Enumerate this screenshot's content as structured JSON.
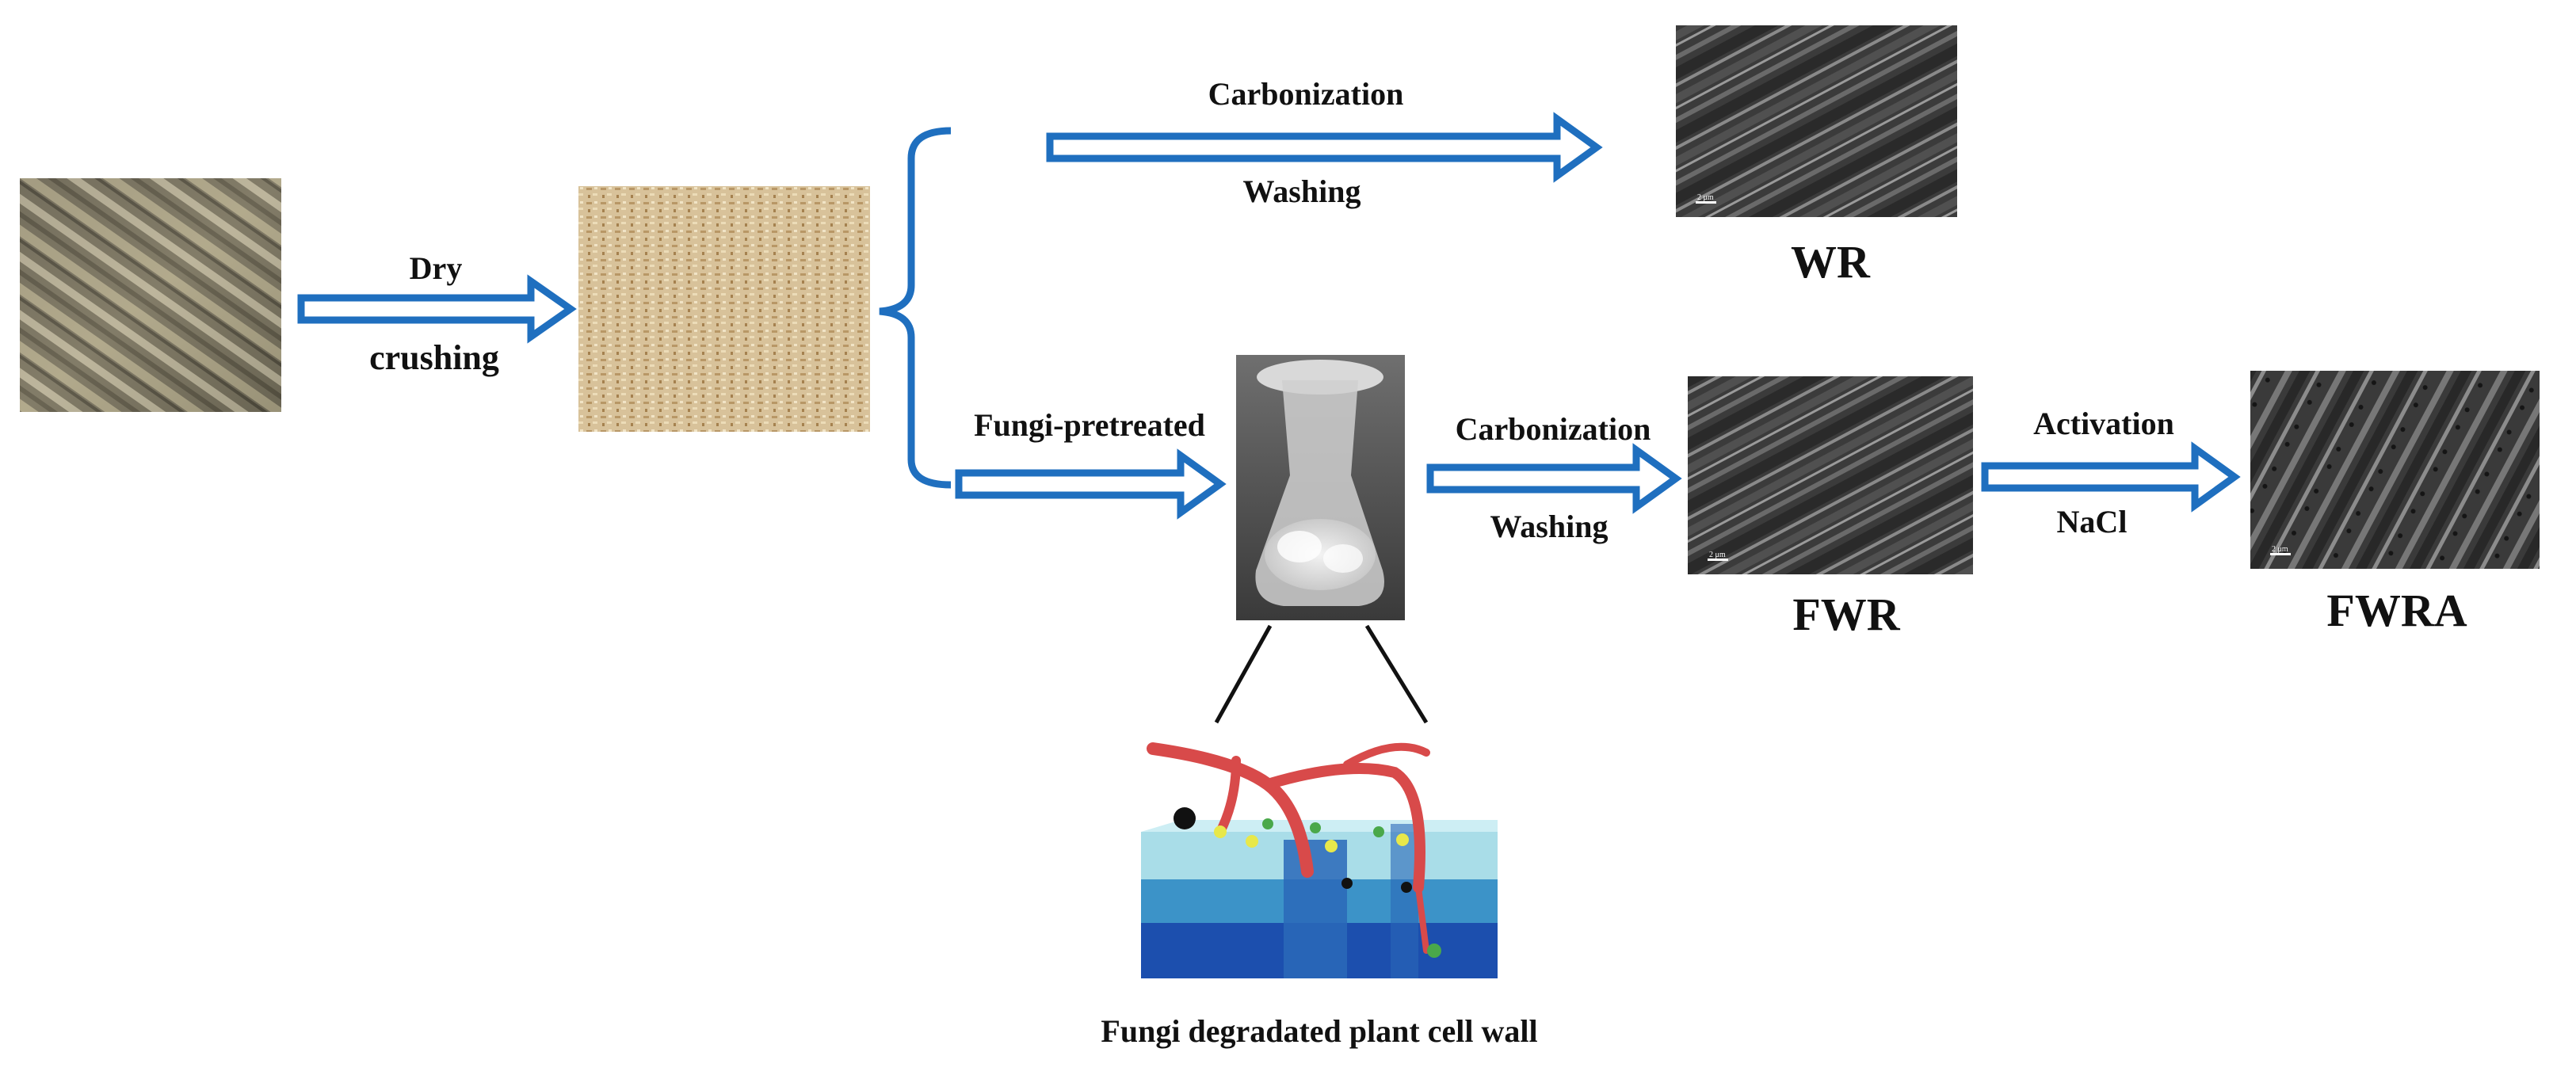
{
  "diagram": {
    "steps": {
      "dry": "Dry",
      "crushing": "crushing",
      "carbonization_top": "Carbonization",
      "washing_top": "Washing",
      "fungi_pretreated": "Fungi-pretreated",
      "carbonization_mid": "Carbonization",
      "washing_mid": "Washing",
      "activation": "Activation",
      "nacl": "NaCl"
    },
    "products": {
      "wr": "WR",
      "fwr": "FWR",
      "fwra": "FWRA"
    },
    "sem_scale_bar": "2 μm",
    "caption": "Fungi degradated plant cell wall",
    "colors": {
      "arrow": "#1f6fbf",
      "arrow_fill": "#ffffff",
      "connector": "#111111",
      "hypha": "#d84a4a",
      "wall_light": "#a9dde8",
      "wall_mid": "#3c93c8",
      "wall_dark": "#1c4fae"
    }
  }
}
